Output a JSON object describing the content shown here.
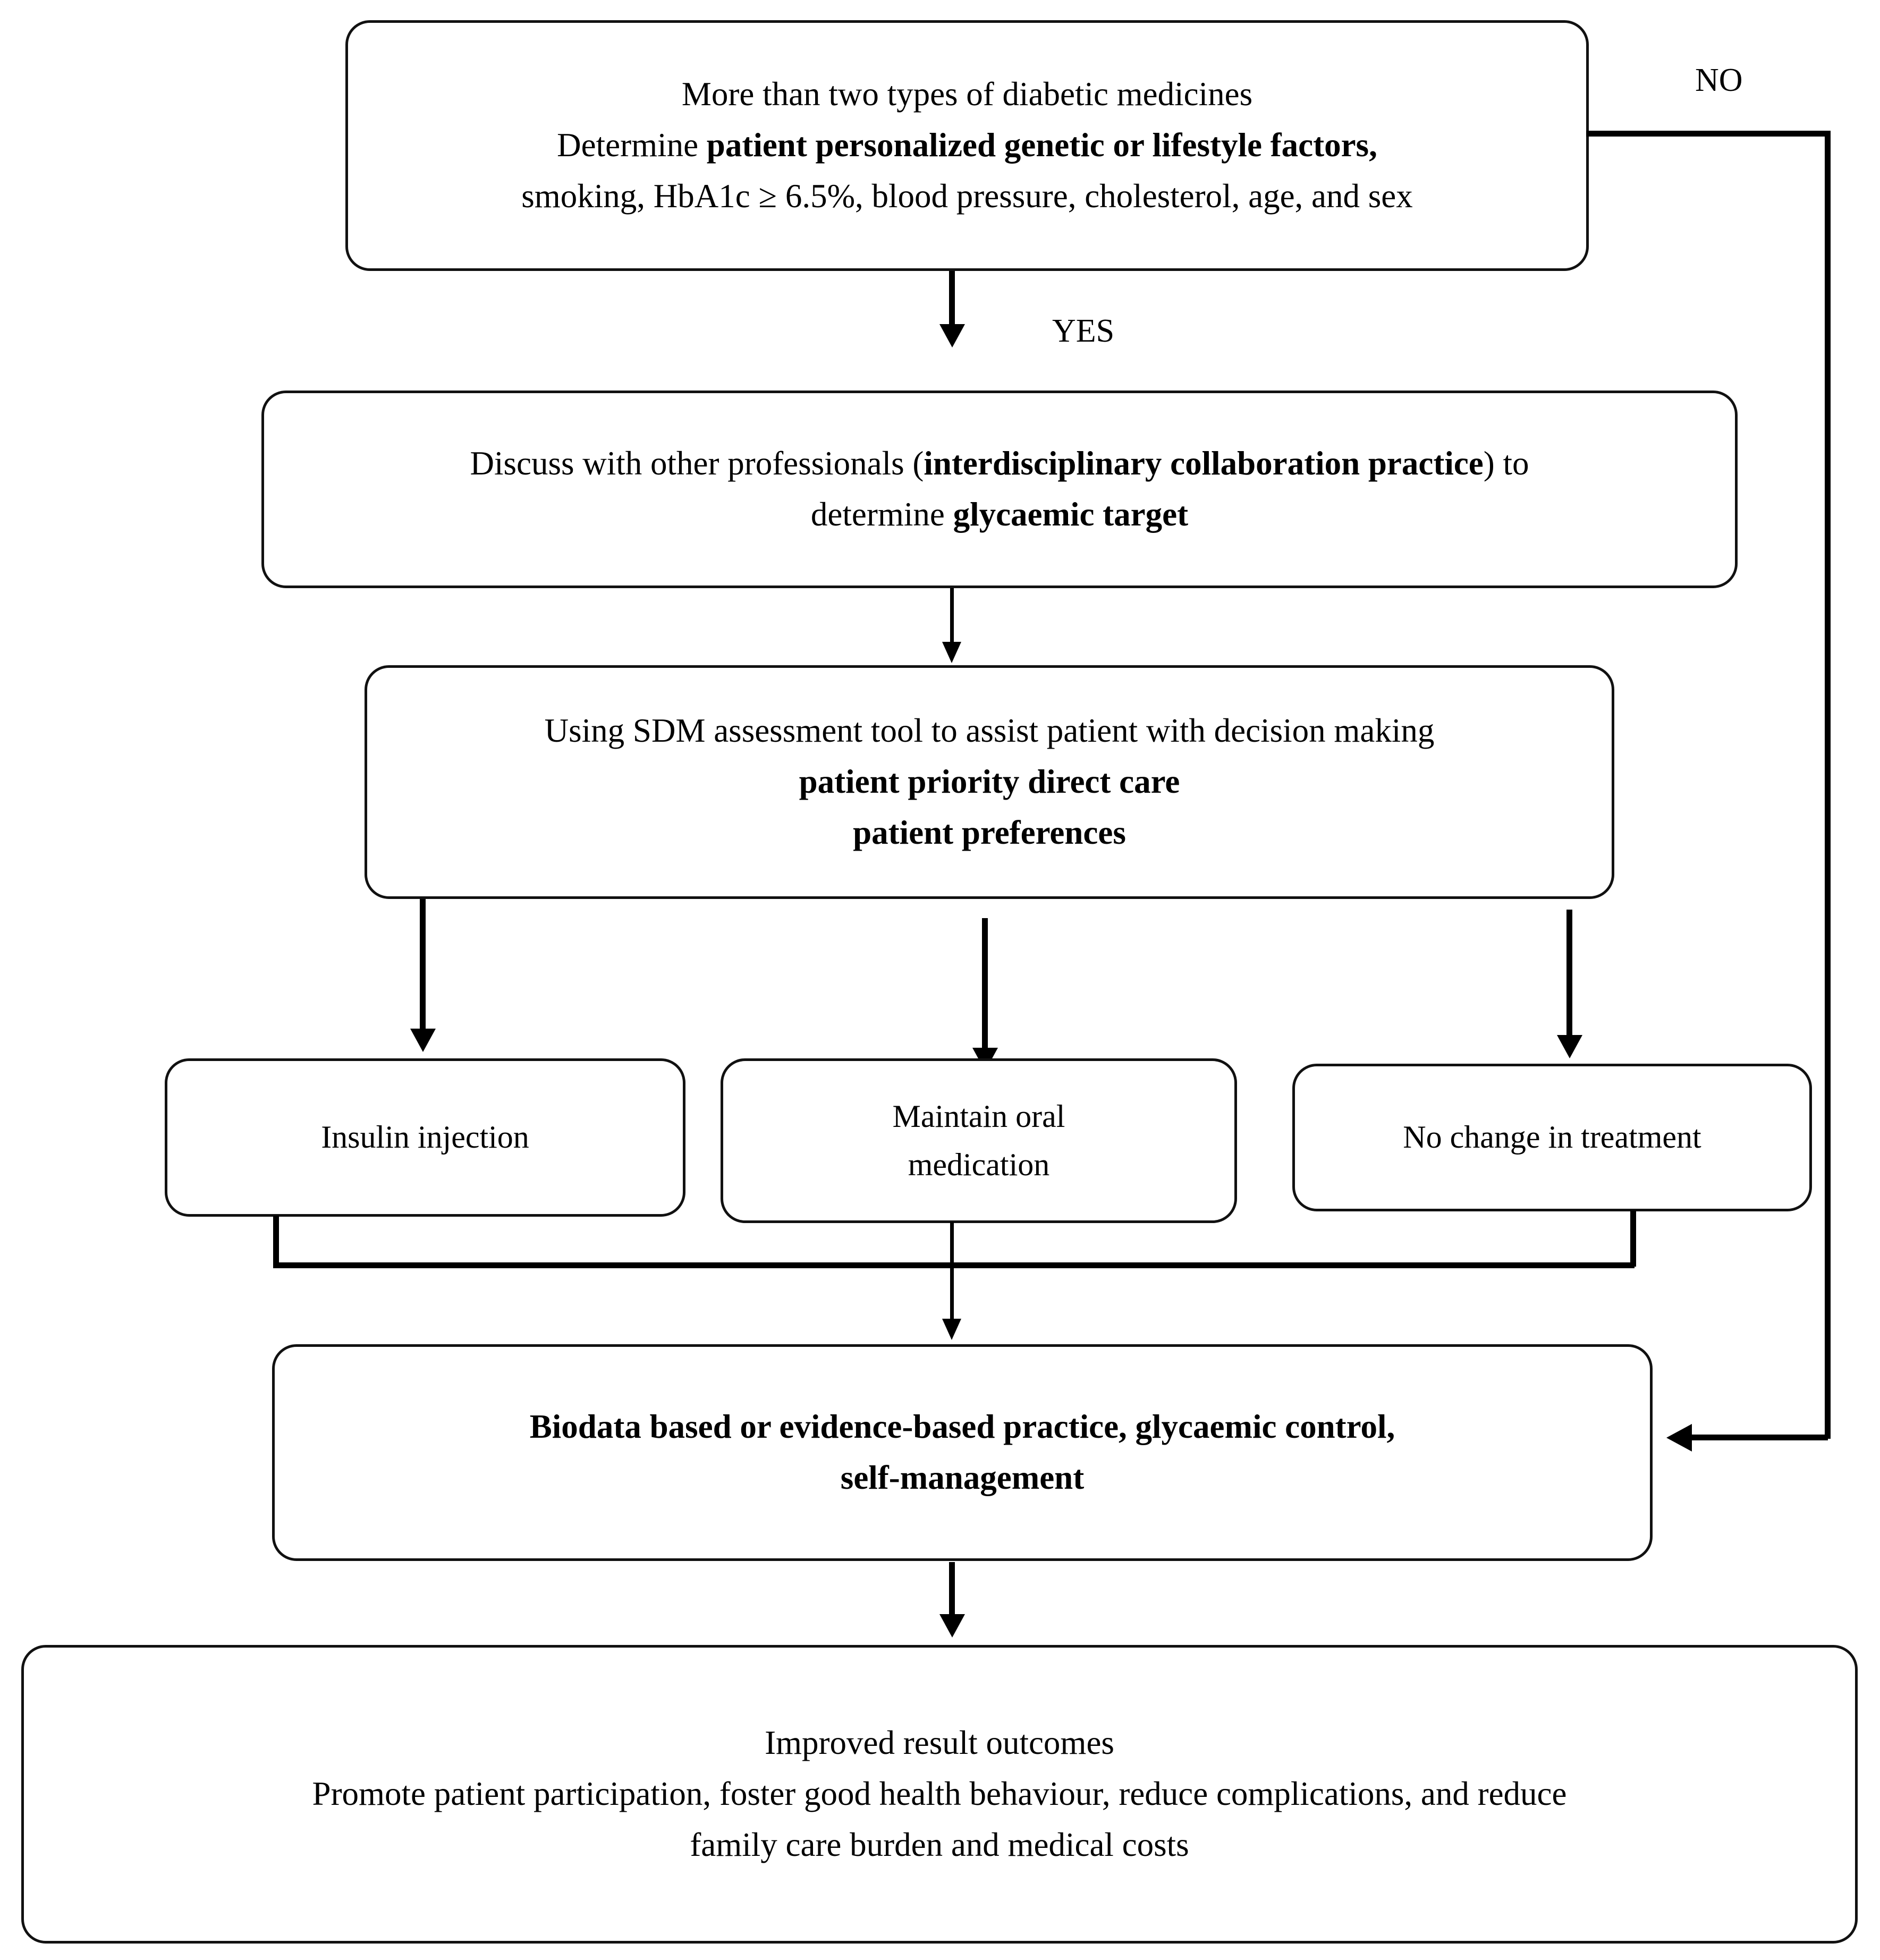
{
  "diagram": {
    "title": "Shared decision making flowchart for diabetic medicine management",
    "ink_color": "#111111",
    "background_color": "#ffffff"
  },
  "nodes": {
    "assess": {
      "name": "assessment-decision-box",
      "lines": [
        {
          "prefix": "More than two types of diabetic medicines",
          "bold": "",
          "suffix": ""
        },
        {
          "prefix": "Determine ",
          "bold": "patient personalized genetic or lifestyle factors,",
          "suffix": ""
        },
        {
          "prefix": "smoking, HbA1c ≥ 6.5%, blood pressure, cholesterol, age, and sex",
          "bold": "",
          "suffix": ""
        }
      ]
    },
    "discuss": {
      "name": "discuss-professionals-box",
      "lines": [
        {
          "prefix": "Discuss with other professionals (",
          "bold": "interdisciplinary collaboration practice",
          "suffix": ") to"
        },
        {
          "prefix": "determine ",
          "bold": "glycaemic target",
          "suffix": ""
        }
      ]
    },
    "sdm": {
      "name": "sdm-tool-box",
      "lines": [
        {
          "prefix": "Using SDM assessment tool to assist patient with decision making",
          "bold": "",
          "suffix": ""
        },
        {
          "prefix": "",
          "bold": "patient priority direct care",
          "suffix": ""
        },
        {
          "prefix": "",
          "bold": "patient preferences",
          "suffix": ""
        }
      ]
    },
    "insulin": {
      "name": "insulin-injection-box",
      "lines": [
        {
          "prefix": "Insulin injection",
          "bold": "",
          "suffix": ""
        }
      ]
    },
    "oral": {
      "name": "maintain-oral-medication-box",
      "lines": [
        {
          "prefix": "Maintain oral",
          "bold": "",
          "suffix": ""
        },
        {
          "prefix": "medication",
          "bold": "",
          "suffix": ""
        }
      ]
    },
    "nochange": {
      "name": "no-change-in-treatment-box",
      "lines": [
        {
          "prefix": "No change in treatment",
          "bold": "",
          "suffix": ""
        }
      ]
    },
    "biodata": {
      "name": "biodata-evidence-practice-box",
      "lines": [
        {
          "prefix": "",
          "bold": "Biodata based or evidence-based practice, glycaemic control,",
          "suffix": ""
        },
        {
          "prefix": "",
          "bold": "self-management",
          "suffix": ""
        }
      ]
    },
    "outcomes": {
      "name": "improved-outcomes-box",
      "lines": [
        {
          "prefix": "Improved result outcomes",
          "bold": "",
          "suffix": ""
        },
        {
          "prefix": "Promote patient participation, foster good health behaviour, reduce complications, and reduce",
          "bold": "",
          "suffix": ""
        },
        {
          "prefix": "family care burden and medical costs",
          "bold": "",
          "suffix": ""
        }
      ]
    }
  },
  "edge_labels": {
    "no": "NO",
    "yes": "YES"
  }
}
